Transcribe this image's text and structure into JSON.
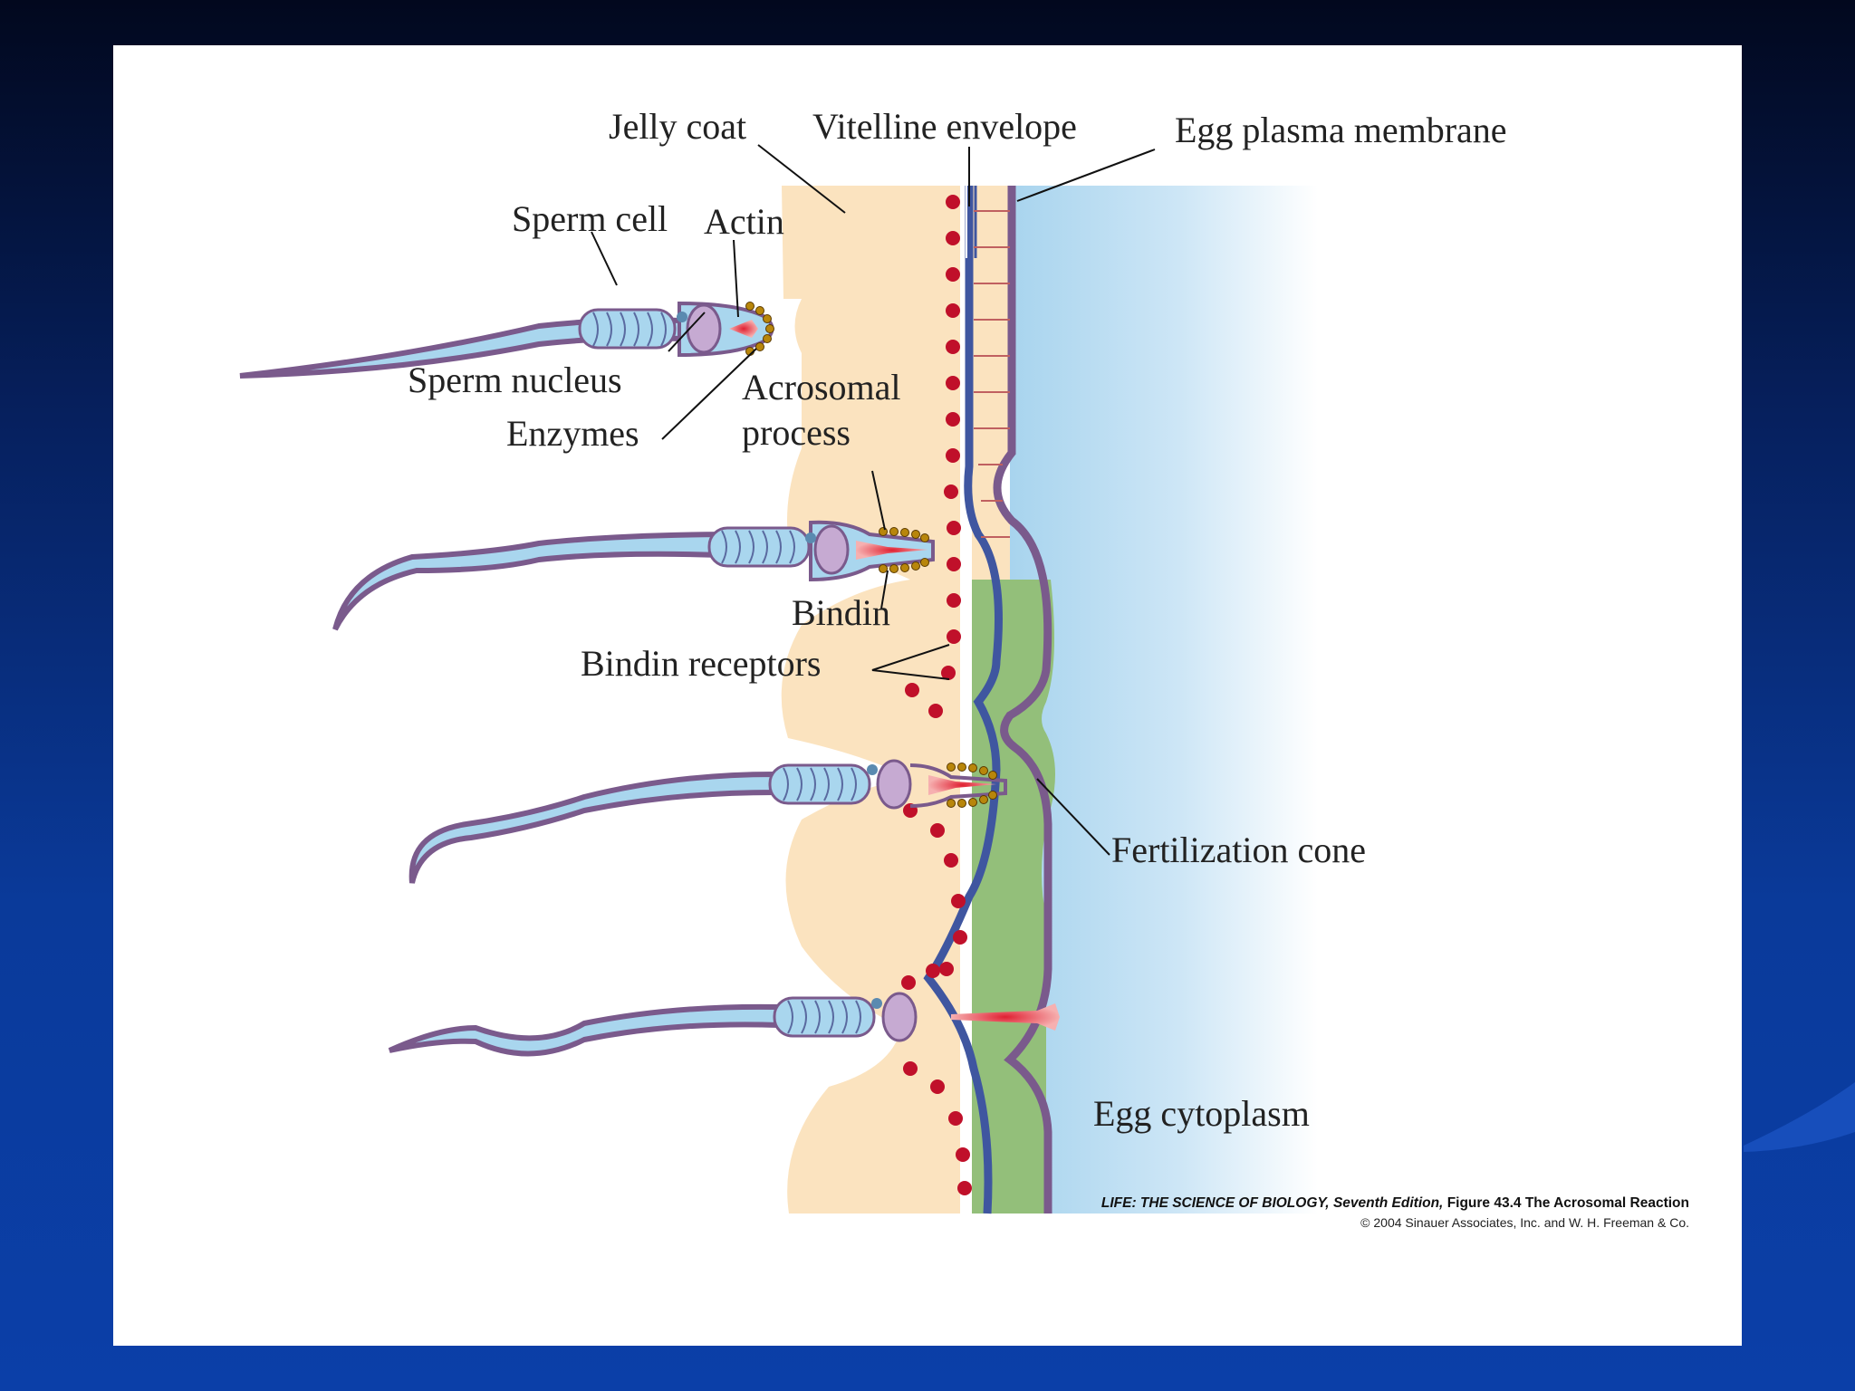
{
  "colors": {
    "jelly": "#fbe3bf",
    "membrane": "#7a5a8c",
    "vitelline": "#3f56a0",
    "cytoplasm": "#a8d4ee",
    "fusion_green": "#93bf7a",
    "bindin_receptor": "#c0102a",
    "enzyme_dot": "#b8860b",
    "actin_red": "#e02032",
    "nucleus": "#c6aad2",
    "sperm_body": "#a9d6ee"
  },
  "labels": {
    "jelly_coat": "Jelly coat",
    "vitelline_envelope": "Vitelline envelope",
    "egg_plasma_membrane": "Egg plasma membrane",
    "sperm_cell": "Sperm cell",
    "actin": "Actin",
    "sperm_nucleus": "Sperm nucleus",
    "enzymes": "Enzymes",
    "acrosomal": "Acrosomal",
    "process": "process",
    "bindin": "Bindin",
    "bindin_receptors": "Bindin receptors",
    "fertilization_cone": "Fertilization cone",
    "egg_cytoplasm": "Egg cytoplasm"
  },
  "caption": {
    "book": "LIFE: THE SCIENCE OF BIOLOGY,",
    "edition": "Seventh Edition,",
    "figure": "Figure 43.4 The Acrosomal Reaction",
    "copyright": "© 2004 Sinauer Associates, Inc. and W. H. Freeman & Co."
  }
}
